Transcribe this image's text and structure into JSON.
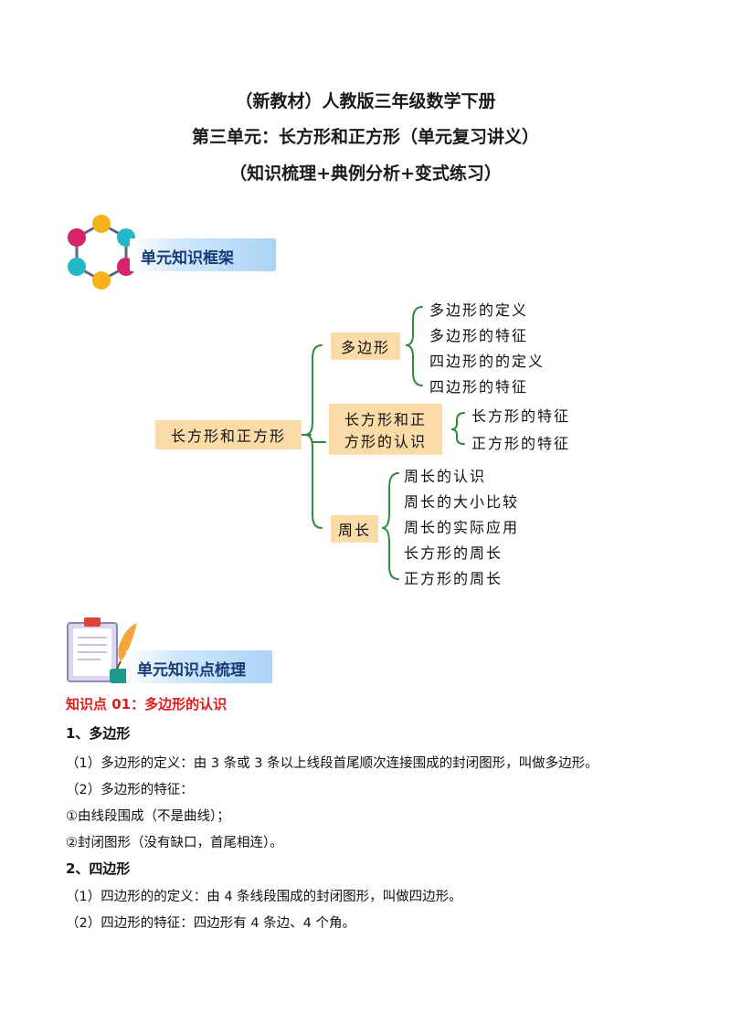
{
  "titles": [
    "（新教材）人教版三年级数学下册",
    "第三单元：长方形和正方形（单元复习讲义）",
    "（知识梳理+典例分析+变式练习）"
  ],
  "section1": {
    "label": "单元知识框架"
  },
  "section2": {
    "label": "单元知识点梳理"
  },
  "mindmap": {
    "root": "长方形和正方形",
    "branches": [
      {
        "label": "多边形",
        "items": [
          "多边形的定义",
          "多边形的特征",
          "四边形的的定义",
          "四边形的特征"
        ]
      },
      {
        "label_line1": "长方形和正",
        "label_line2": "方形的认识",
        "items": [
          "长方形的特征",
          "正方形的特征"
        ]
      },
      {
        "label": "周长",
        "items": [
          "周长的认识",
          "周长的大小比较",
          "周长的实际应用",
          "长方形的周长",
          "正方形的周长"
        ]
      }
    ],
    "colors": {
      "node_fill": "#fbdca8",
      "brace": "#2e8b3a"
    }
  },
  "knowledge_point": {
    "title": "知识点 01：多边形的认识",
    "h1": "1、多边形",
    "p1": "（1）多边形的定义：由 3 条或 3 条以上线段首尾顺次连接围成的封闭图形，叫做多边形。",
    "p2": "（2）多边形的特征：",
    "p3": "①由线段围成（不是曲线）；",
    "p4": "②封闭图形（没有缺口，首尾相连）。",
    "h2": "2、四边形",
    "p5": "（1）四边形的的定义：由 4 条线段围成的封闭图形，叫做四边形。",
    "p6": "（2）四边形的特征：四边形有 4 条边、4 个角。"
  },
  "icons": [
    "hexagon-molecule-icon",
    "clipboard-quill-icon"
  ]
}
